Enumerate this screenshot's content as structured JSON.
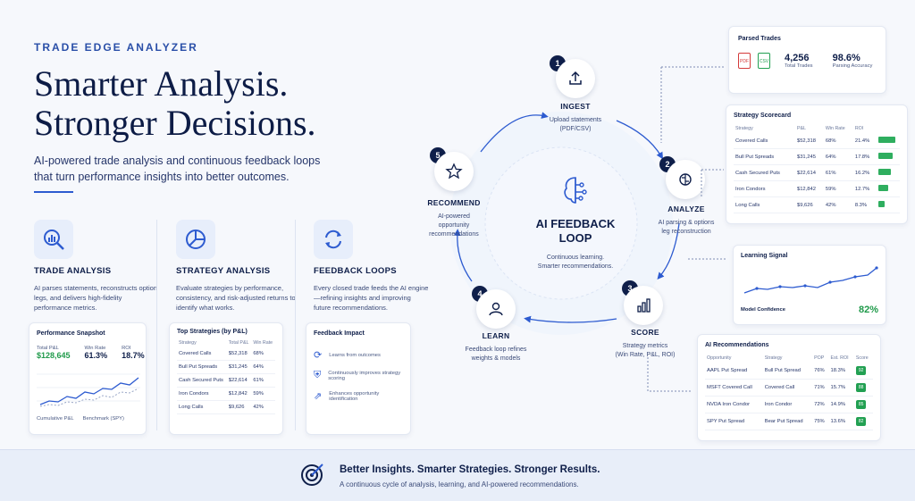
{
  "header": {
    "eyebrow": "TRADE EDGE ANALYZER",
    "title_line1": "Smarter Analysis.",
    "title_line2": "Stronger Decisions.",
    "subtitle": "AI-powered trade analysis and continuous feedback loops that turn performance insights into better outcomes."
  },
  "features": [
    {
      "icon": "magnifier-chart-icon",
      "title": "TRADE ANALYSIS",
      "desc": "AI parses statements, reconstructs option legs, and delivers high-fidelity performance metrics."
    },
    {
      "icon": "pie-chart-icon",
      "title": "STRATEGY ANALYSIS",
      "desc": "Evaluate strategies by performance, consistency, and risk-adjusted returns to identify what works."
    },
    {
      "icon": "refresh-icon",
      "title": "FEEDBACK LOOPS",
      "desc": "Every closed trade feeds the AI engine—refining insights and improving future recommendations."
    }
  ],
  "snapshot": {
    "title": "Performance Snapshot",
    "labels": [
      "Total P&L",
      "Win Rate",
      "ROI"
    ],
    "values": [
      "$128,645",
      "61.3%",
      "18.7%"
    ],
    "legend": [
      "Cumulative P&L",
      "Benchmark (SPY)"
    ]
  },
  "top_strategies": {
    "title": "Top Strategies (by P&L)",
    "headers": [
      "Strategy",
      "Total P&L",
      "Win Rate"
    ],
    "rows": [
      [
        "Covered Calls",
        "$52,318",
        "68%"
      ],
      [
        "Bull Put Spreads",
        "$31,245",
        "64%"
      ],
      [
        "Cash Secured Puts",
        "$22,614",
        "61%"
      ],
      [
        "Iron Condors",
        "$12,842",
        "59%"
      ],
      [
        "Long Calls",
        "$9,626",
        "42%"
      ]
    ]
  },
  "feedback_impact": {
    "title": "Feedback Impact",
    "items": [
      "Learns from outcomes",
      "Continuously improves strategy scoring",
      "Enhances opportunity identification"
    ]
  },
  "loop": {
    "center_title_1": "AI FEEDBACK",
    "center_title_2": "LOOP",
    "center_desc_1": "Continuous learning.",
    "center_desc_2": "Smarter recommendations.",
    "steps": [
      {
        "num": "1",
        "title": "INGEST",
        "desc1": "Upload statements",
        "desc2": "(PDF/CSV)"
      },
      {
        "num": "2",
        "title": "ANALYZE",
        "desc1": "AI parsing & options",
        "desc2": "leg reconstruction"
      },
      {
        "num": "3",
        "title": "SCORE",
        "desc1": "Strategy metrics",
        "desc2": "(Win Rate, P&L, ROI)"
      },
      {
        "num": "4",
        "title": "LEARN",
        "desc1": "Feedback loop refines",
        "desc2": "weights & models"
      },
      {
        "num": "5",
        "title": "RECOMMEND",
        "desc1": "AI-powered",
        "desc2": "opportunity",
        "desc3": "recommendations"
      }
    ]
  },
  "parsed": {
    "title": "Parsed Trades",
    "total": "4,256",
    "total_label": "Total Trades",
    "acc": "98.6%",
    "acc_label": "Parsing Accuracy",
    "pdf": "PDF",
    "csv": "CSV"
  },
  "scorecard": {
    "title": "Strategy Scorecard",
    "headers": [
      "Strategy",
      "P&L",
      "Win Rate",
      "ROI"
    ],
    "rows": [
      [
        "Covered Calls",
        "$52,318",
        "68%",
        "21.4%"
      ],
      [
        "Bull Put Spreads",
        "$31,245",
        "64%",
        "17.8%"
      ],
      [
        "Cash Secured Puts",
        "$22,614",
        "61%",
        "16.2%"
      ],
      [
        "Iron Condors",
        "$12,842",
        "59%",
        "12.7%"
      ],
      [
        "Long Calls",
        "$9,626",
        "42%",
        "8.3%"
      ]
    ],
    "bar_fractions": [
      0.95,
      0.8,
      0.72,
      0.55,
      0.35
    ]
  },
  "learning": {
    "title": "Learning Signal",
    "conf_label": "Model Confidence",
    "conf_value": "82%"
  },
  "recs": {
    "title": "AI Recommendations",
    "headers": [
      "Opportunity",
      "Strategy",
      "POP",
      "Est. ROI",
      "Score"
    ],
    "rows": [
      [
        "AAPL Put Spread",
        "Bull Put Spread",
        "76%",
        "18.3%",
        "92"
      ],
      [
        "MSFT Covered Call",
        "Covered Call",
        "71%",
        "15.7%",
        "88"
      ],
      [
        "NVDA Iron Condor",
        "Iron Condor",
        "72%",
        "14.9%",
        "85"
      ],
      [
        "SPY Put Spread",
        "Bear Put Spread",
        "75%",
        "13.6%",
        "82"
      ]
    ]
  },
  "footer": {
    "title": "Better Insights. Smarter Strategies. Stronger Results.",
    "desc": "A continuous cycle of analysis, learning, and AI-powered recommendations."
  },
  "colors": {
    "navy": "#0f1f4a",
    "accent": "#2d5bd0",
    "green": "#1f9a4a"
  }
}
